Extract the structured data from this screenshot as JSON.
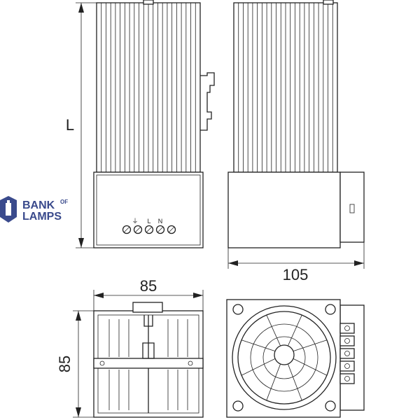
{
  "dimensions": {
    "length_label": "L",
    "width_label": "85",
    "depth_label": "105",
    "height_label": "85"
  },
  "terminals": {
    "earth_symbol": "⏚",
    "line": "L",
    "neutral": "N"
  },
  "logo": {
    "word1": "BANK",
    "word2": "OF",
    "word3": "LAMPS",
    "color": "#3a4a8c"
  }
}
